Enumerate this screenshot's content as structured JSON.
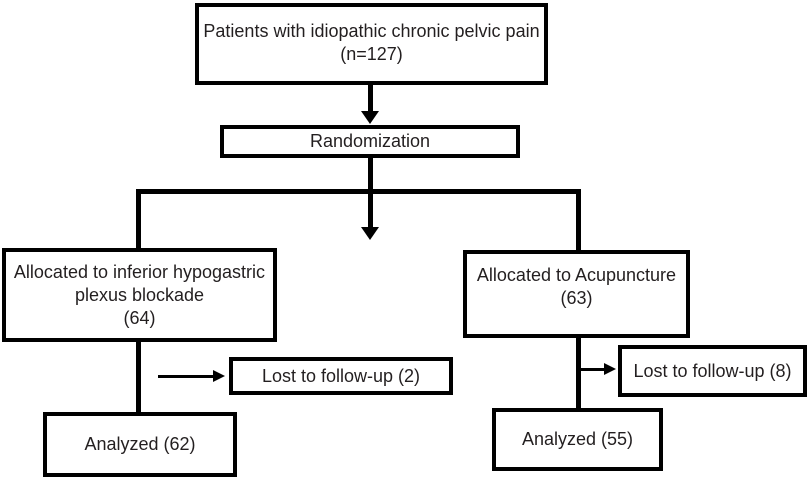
{
  "diagram": {
    "kind": "patient-flow-diagram",
    "colors": {
      "line": "#000000",
      "text": "#231f20",
      "background": "#ffffff"
    },
    "nodes": {
      "patients": {
        "lines": [
          "Patients with idiopathic chronic pelvic pain",
          "(n=127)"
        ],
        "n": 127
      },
      "randomization": {
        "lines": [
          "Randomization"
        ]
      },
      "allocated_blockade": {
        "lines": [
          "Allocated to inferior hypogastric",
          "plexus blockade",
          "(64)"
        ],
        "n": 64
      },
      "allocated_acupuncture": {
        "lines": [
          "Allocated to Acupuncture",
          "(63)"
        ],
        "n": 63
      },
      "lost_blockade": {
        "lines": [
          "Lost to follow-up (2)"
        ],
        "n": 2
      },
      "lost_acupuncture": {
        "lines": [
          "Lost to follow-up (8)"
        ],
        "n": 8
      },
      "analyzed_blockade": {
        "lines": [
          "Analyzed (62)"
        ],
        "n": 62
      },
      "analyzed_acupuncture": {
        "lines": [
          "Analyzed (55)"
        ],
        "n": 55
      }
    }
  }
}
